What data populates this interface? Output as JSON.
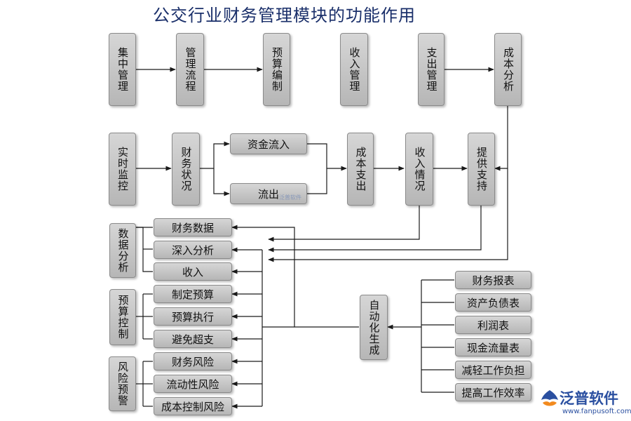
{
  "title": "公交行业财务管理模块的功能作用",
  "row1": {
    "centralized": "集中管理",
    "process": "管理流程",
    "budgeting": "预算编制",
    "revenue_mgmt": "收入管理",
    "expense_mgmt": "支出管理",
    "cost_analysis": "成本分析"
  },
  "row2": {
    "monitoring": "实时监控",
    "fin_status": "财务状况",
    "inflow": "资金流入",
    "outflow": "流出",
    "cost_expense": "成本支出",
    "income_status": "收入情况",
    "provide_support": "提供支持"
  },
  "groups": {
    "data_analysis": "数据分析",
    "budget_control": "预算控制",
    "risk_warning": "风险预警"
  },
  "items": {
    "fin_data": "财务数据",
    "deep_analysis": "深入分析",
    "income": "收入",
    "make_budget": "制定预算",
    "exec_budget": "预算执行",
    "avoid_overspend": "避免超支",
    "fin_risk": "财务风险",
    "liquidity_risk": "流动性风险",
    "cost_risk": "成本控制风险"
  },
  "auto": {
    "auto_gen": "自动化生成",
    "fin_report": "财务报表",
    "balance_sheet": "资产负债表",
    "profit_table": "利润表",
    "cash_flow": "现金流量表",
    "reduce_workload": "减轻工作负担",
    "improve_efficiency": "提高工作效率"
  },
  "watermark": "泛普软件",
  "logo": {
    "name": "泛普软件",
    "url": "www.fanpusoft.com"
  },
  "colors": {
    "box_fill": "#c4c4c4",
    "line": "#1a1a1a",
    "title": "#1a2f6a",
    "logo": "#2a4fa0"
  }
}
